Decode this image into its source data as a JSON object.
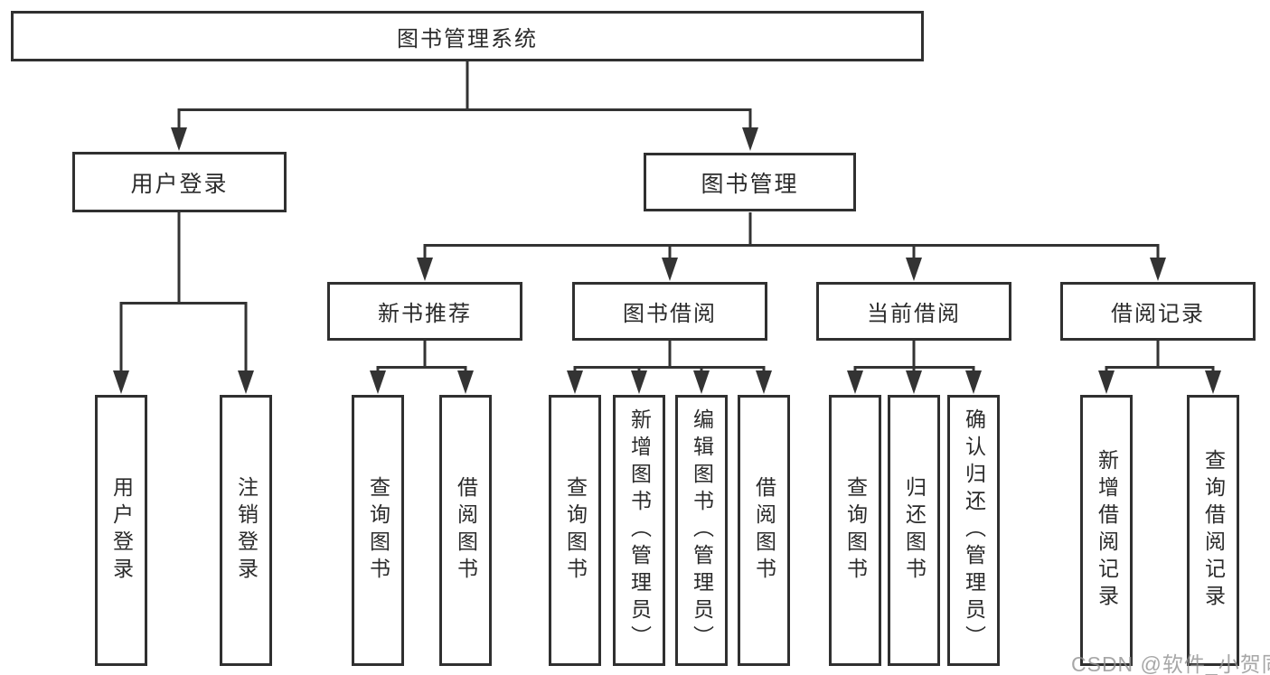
{
  "diagram": {
    "root": {
      "label": "图书管理系统"
    },
    "level2": {
      "user_login": {
        "label": "用户登录"
      },
      "book_management": {
        "label": "图书管理"
      }
    },
    "level3": {
      "new_book_recommend": {
        "label": "新书推荐"
      },
      "book_borrowing": {
        "label": "图书借阅"
      },
      "current_borrowing": {
        "label": "当前借阅"
      },
      "borrowing_records": {
        "label": "借阅记录"
      }
    },
    "leaves": {
      "user_login": {
        "label": "用户登录"
      },
      "logout": {
        "label": "注销登录"
      },
      "recommend_query_books": {
        "label": "查询图书"
      },
      "recommend_borrow_books": {
        "label": "借阅图书"
      },
      "borrowing_query_books": {
        "label": "查询图书"
      },
      "borrowing_add_books_admin": {
        "label": "新增图书（管理员）"
      },
      "borrowing_edit_books_admin": {
        "label": "编辑图书（管理员）"
      },
      "borrowing_borrow_books": {
        "label": "借阅图书"
      },
      "current_query_books": {
        "label": "查询图书"
      },
      "current_return_books": {
        "label": "归还图书"
      },
      "current_confirm_return_admin": {
        "label": "确认归还（管理员）"
      },
      "records_add_record": {
        "label": "新增借阅记录"
      },
      "records_query_record": {
        "label": "查询借阅记录"
      }
    }
  },
  "watermark": {
    "text": "CSDN @软件_小贺同学"
  },
  "colors": {
    "line": "#333333",
    "box_border": "#303030",
    "text": "#2b2b2b",
    "watermark": "#919191",
    "background": "#ffffff"
  }
}
